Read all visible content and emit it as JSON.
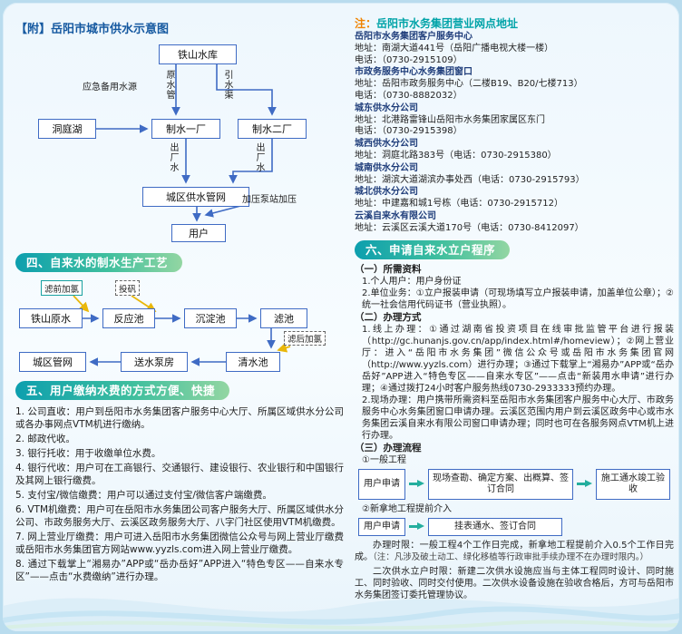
{
  "colors": {
    "accent_teal": "#00a3a8",
    "accent_orange": "#f08300",
    "pill_gradient_start": "#0d9fae",
    "pill_gradient_end": "#93d6a2",
    "diagram_box_border": "#3f6bc4",
    "chem_arrow_yellow": "#e9b70a",
    "name_navy": "#1f3d7a",
    "page_background": "#eef7fd"
  },
  "left": {
    "attachment_title": "【附】岳阳市城市供水示意图",
    "d1": {
      "reservoir": "铁山水库",
      "lake": "洞庭湖",
      "plant1": "制水一厂",
      "plant2": "制水二厂",
      "network": "城区供水管网",
      "users": "用户",
      "raw_pipe": "原水管",
      "channel": "引水渠",
      "emergency": "应急备用水源",
      "out": "出厂水",
      "boost": "加压泵站加压"
    },
    "section4_title": "四、自来水的制水生产工艺",
    "d2": {
      "raw": "铁山原水",
      "reaction": "反应池",
      "sediment": "沉淀池",
      "filter": "滤池",
      "clear": "清水池",
      "pump": "送水泵房",
      "city": "城区管网",
      "pre_chlorine": "滤前加氯",
      "alum": "投矾",
      "post_chlorine": "滤后加氯"
    },
    "section5_title": "五、用户缴纳水费的方式方便、快捷",
    "payments": [
      "1. 公司直收：用户到岳阳市水务集团客户服务中心大厅、所属区域供水分公司或各办事网点VTM机进行缴纳。",
      "2. 邮政代收。",
      "3. 银行托收：用于收缴单位水费。",
      "4. 银行代收：用户可在工商银行、交通银行、建设银行、农业银行和中国银行及其网上银行缴费。",
      "5. 支付宝/微信缴费：用户可以通过支付宝/微信客户端缴费。",
      "6. VTM机缴费：用户可在岳阳市水务集团公司客户服务大厅、所属区域供水分公司、市政务服务大厅、云溪区政务服务大厅、八字门社区使用VTM机缴费。",
      "7. 网上营业厅缴费：用户可进入岳阳市水务集团微信公众号与网上营业厅缴费或岳阳市水务集团官方网站www.yyzls.com进入网上营业厅缴费。",
      "8. 通过下载掌上“湘易办”APP或“岳办岳好”APP进入“特色专区——自来水专区”——点击“水费缴纳”进行办理。"
    ]
  },
  "right": {
    "note_label": "注：",
    "note_title": "岳阳市水务集团营业网点地址",
    "locations": [
      {
        "name": "岳阳市水务集团客户服务中心",
        "address": "地址：南湖大道441号（岳阳广播电视大楼一楼）",
        "phone": "电话：（0730-2915109）"
      },
      {
        "name": "市政务服务中心水务集团窗口",
        "address": "地址：岳阳市政务服务中心（二楼B19、B20/七楼713）",
        "phone": "电话：（0730-8882032）"
      },
      {
        "name": "城东供水分公司",
        "address": "地址：北港路雷锋山岳阳市水务集团家属区东门",
        "phone": "电话：（0730-2915398）"
      },
      {
        "name": "城西供水分公司",
        "address": "地址：洞庭北路383号（电话：0730-2915380）",
        "phone": ""
      },
      {
        "name": "城南供水分公司",
        "address": "地址：湖滨大道湖滨办事处西（电话：0730-2915793）",
        "phone": ""
      },
      {
        "name": "城北供水分公司",
        "address": "地址：中建嘉和城1号栋（电话：0730-2915712）",
        "phone": ""
      },
      {
        "name": "云溪自来水有限公司",
        "address": "地址：云溪区云溪大道170号（电话：0730-8412097）",
        "phone": ""
      }
    ],
    "section6_title": "六、申请自来水立户程序",
    "s1_head": "（一）所需资料",
    "s1_items": [
      "1.个人用户：用户身份证",
      "2.单位业务：①立户报装申请（可现场填写立户报装申请，加盖单位公章）；②统一社会信用代码证书（营业执照）。"
    ],
    "s2_head": "（二）办理方式",
    "s2_items": [
      "1.线上办理：①通过湖南省投资项目在线审批监管平台进行报装（http://gc.hunanjs.gov.cn/app/index.html#/homeview）；②网上营业厅：进入“岳阳市水务集团”微信公众号或岳阳市水务集团官网（http://www.yyzls.com）进行办理；③通过下载掌上“湘易办”APP或“岳办岳好”APP进入“特色专区——自来水专区”——点击“新装用水申请”进行办理；④通过拨打24小时客户服务热线0730-2933333预约办理。",
      "2.现场办理：用户携带所需资料至岳阳市水务集团客户服务中心大厅、市政务服务中心水务集团窗口申请办理。云溪区范围内用户到云溪区政务中心或市水务集团云溪自来水有限公司窗口申请办理；同时也可在各服务网点VTM机上进行办理。"
    ],
    "s3_head": "（三）办理流程",
    "flow1_label": "①一般工程",
    "flow1_step1": "用户申请",
    "flow1_step2": "现场查勘、确定方案、出概算、签订合同",
    "flow1_step3": "施工通水竣工验收",
    "flow2_label": "②新拿地工程提前介入",
    "flow2_step1": "用户申请",
    "flow2_step2": "挂表通水、签订合同",
    "deadline": "办理时限：一般工程4个工作日完成，新拿地工程提前介入0.5个工作日完成。",
    "deadline_note": "（注：凡涉及破土动工、绿化移植等行政审批手续办理不在办理时限内。）",
    "secondary": "二次供水立户时限：新建二次供水设施应当与主体工程同时设计、同时施工、同时验收、同时交付使用。二次供水设备设施在验收合格后，方可与岳阳市水务集团签订委托管理协议。"
  }
}
